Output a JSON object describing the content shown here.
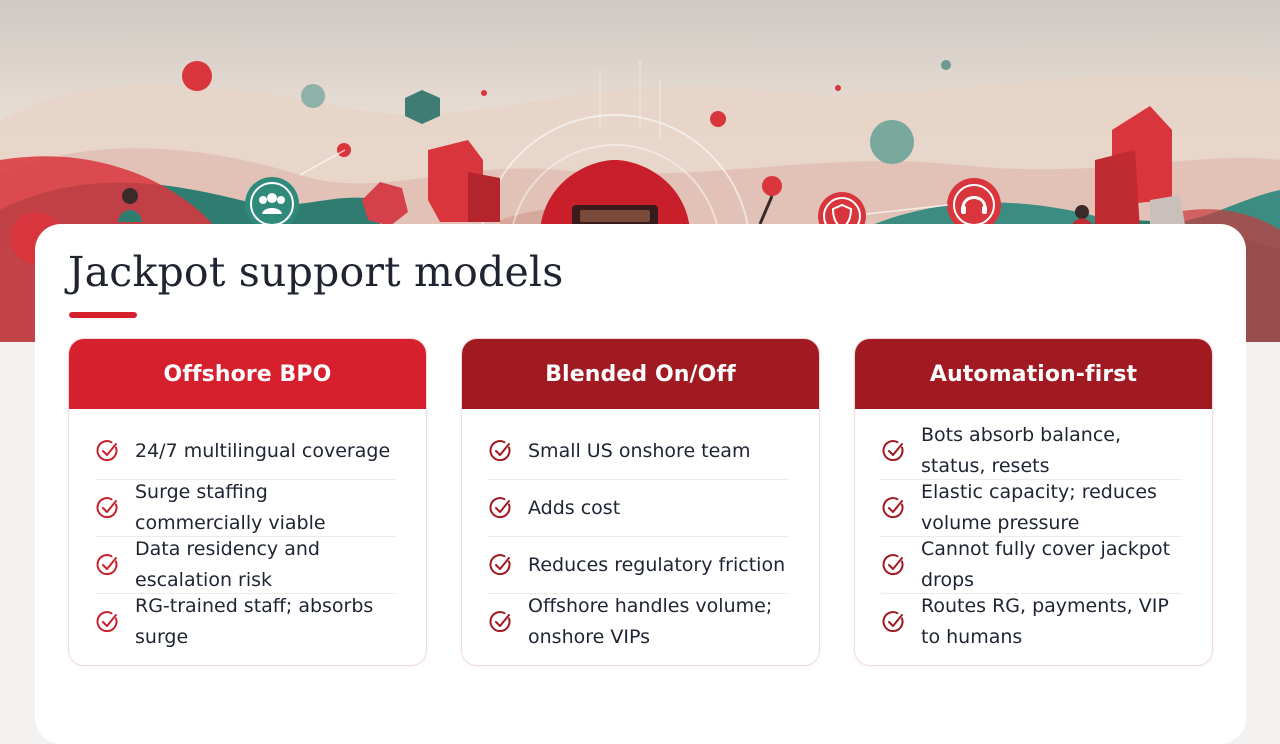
{
  "slide": {
    "title": "Jackpot support models"
  },
  "colors": {
    "accent_red": "#d7202e",
    "dark_red": "#a11a22",
    "text": "#1e2432"
  },
  "columns": [
    {
      "header": "Offshore BPO",
      "items": [
        "24/7 multilingual coverage",
        "Surge staffing commercially viable",
        "Data residency and escalation risk",
        "RG-trained staff; absorbs surge"
      ]
    },
    {
      "header": "Blended On/Off",
      "items": [
        "Small US onshore team",
        "Adds cost",
        "Reduces regulatory friction",
        "Offshore handles volume; onshore VIPs"
      ]
    },
    {
      "header": "Automation-first",
      "items": [
        "Bots absorb balance, status, resets",
        "Elastic capacity; reduces volume pressure",
        "Cannot fully cover jackpot drops",
        "Routes RG, payments, VIP to humans"
      ]
    }
  ],
  "icons": {
    "check": "check-circle-icon",
    "hero_people": "team-icon",
    "hero_shield": "shield-icon",
    "hero_headset": "headset-icon"
  }
}
